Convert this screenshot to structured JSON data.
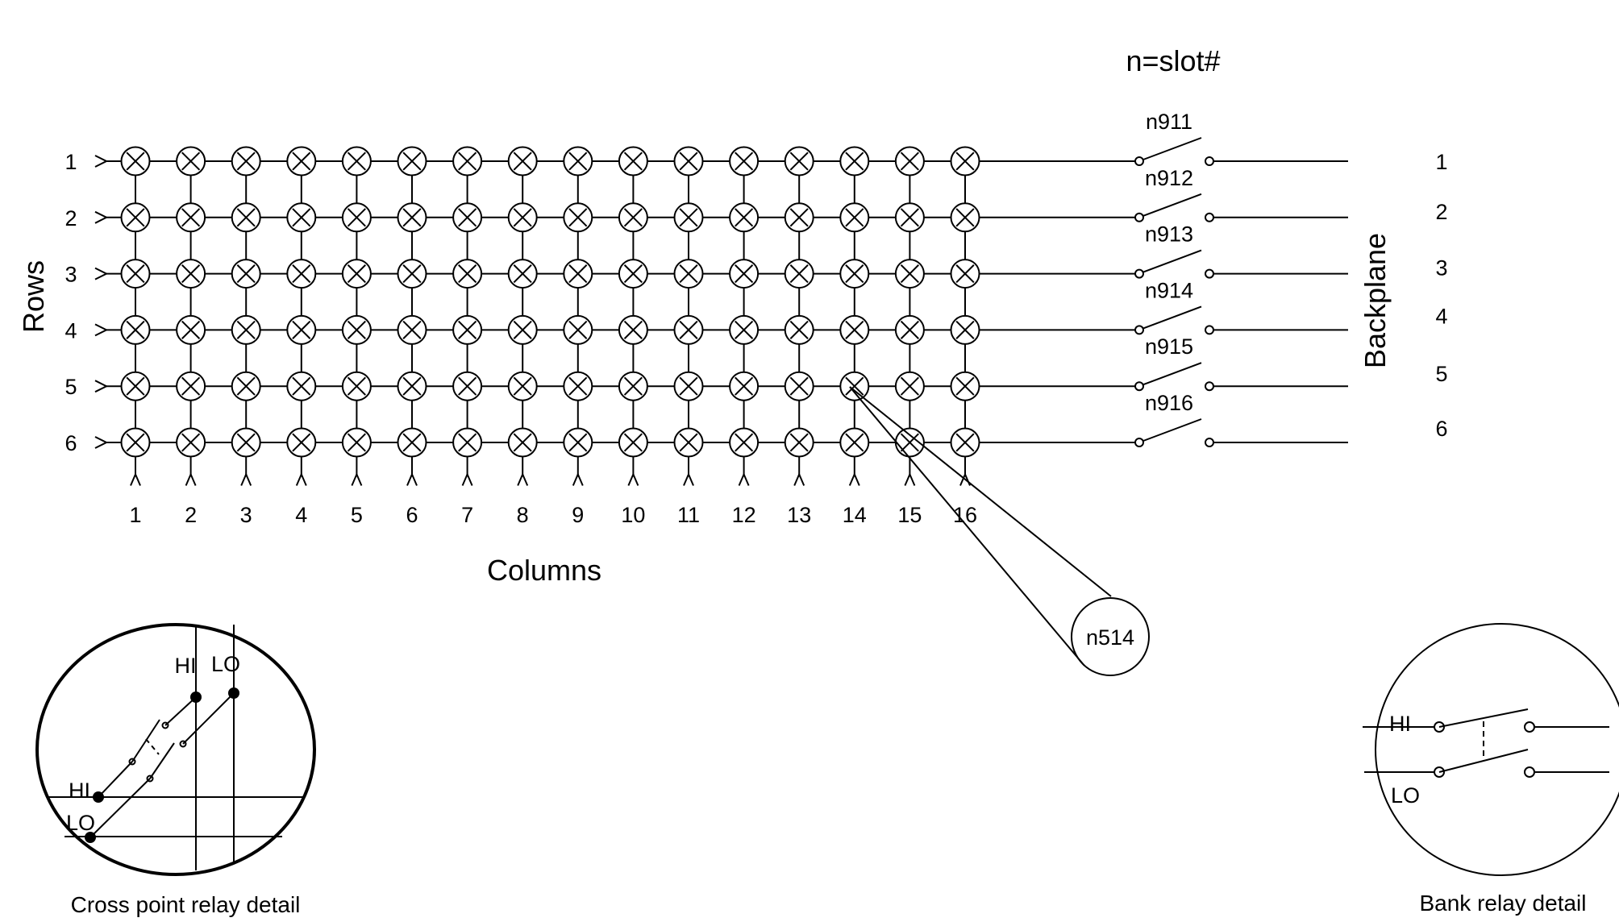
{
  "title": "n=slot#",
  "rows_label": "Rows",
  "columns_label": "Columns",
  "backplane_label": "Backplane",
  "row_numbers": [
    "1",
    "2",
    "3",
    "4",
    "5",
    "6"
  ],
  "column_numbers": [
    "1",
    "2",
    "3",
    "4",
    "5",
    "6",
    "7",
    "8",
    "9",
    "10",
    "11",
    "12",
    "13",
    "14",
    "15",
    "16"
  ],
  "bank_relays": [
    "n911",
    "n912",
    "n913",
    "n914",
    "n915",
    "n916"
  ],
  "backplane_numbers": [
    "1",
    "2",
    "3",
    "4",
    "5",
    "6"
  ],
  "callout_label": "n514",
  "crosspoint_detail": {
    "caption": "Cross point relay detail",
    "hi_top": "HI",
    "lo_top": "LO",
    "hi_left": "HI",
    "lo_left": "LO"
  },
  "bank_detail": {
    "caption": "Bank  relay detail",
    "hi": "HI",
    "lo": "LO"
  }
}
